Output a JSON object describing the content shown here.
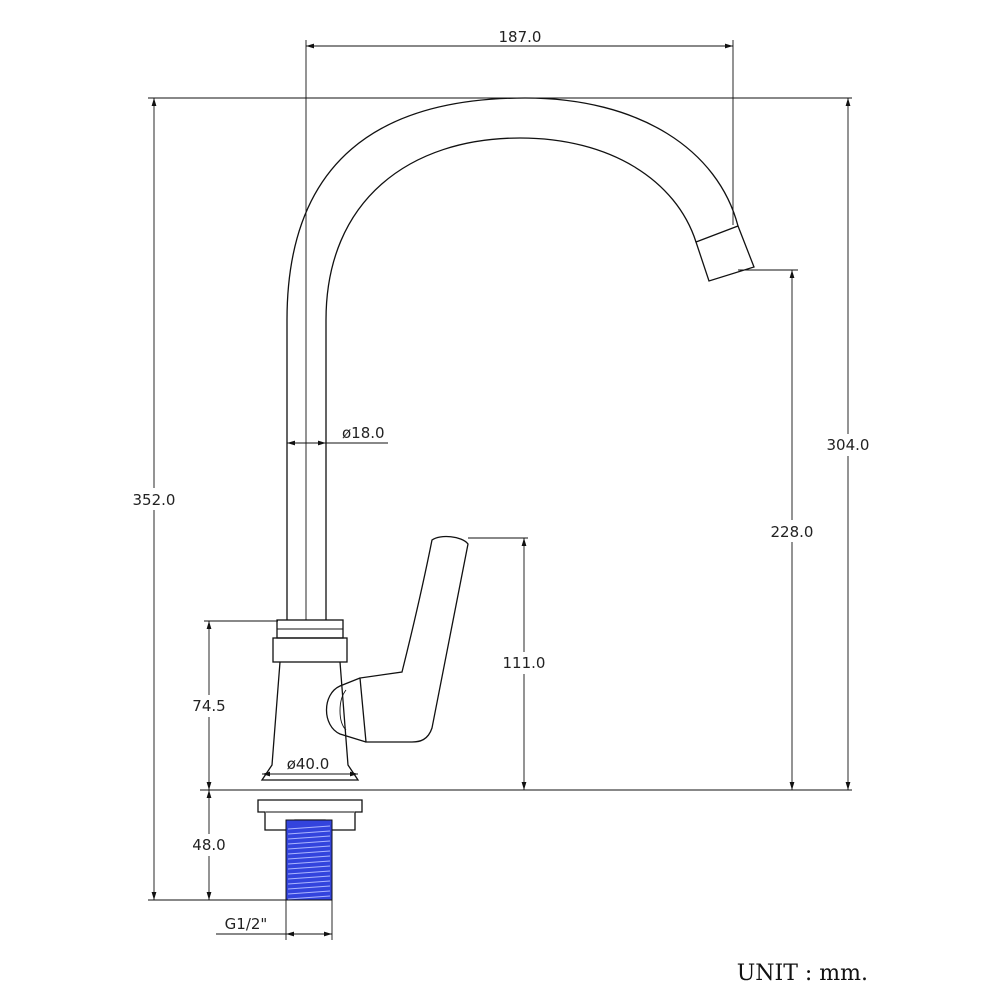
{
  "drawing": {
    "dimensions": {
      "spout_reach": "187.0",
      "overall_height": "352.0",
      "spout_height": "304.0",
      "outlet_height": "228.0",
      "handle_height": "111.0",
      "tube_diameter": "ø18.0",
      "body_height": "74.5",
      "base_diameter": "ø40.0",
      "shank_length": "48.0",
      "thread": "G1/2\""
    },
    "unit": "UNIT : mm."
  },
  "colors": {
    "line": "#111111",
    "thread": "#3344dd",
    "thread_line": "#aab4ff"
  }
}
